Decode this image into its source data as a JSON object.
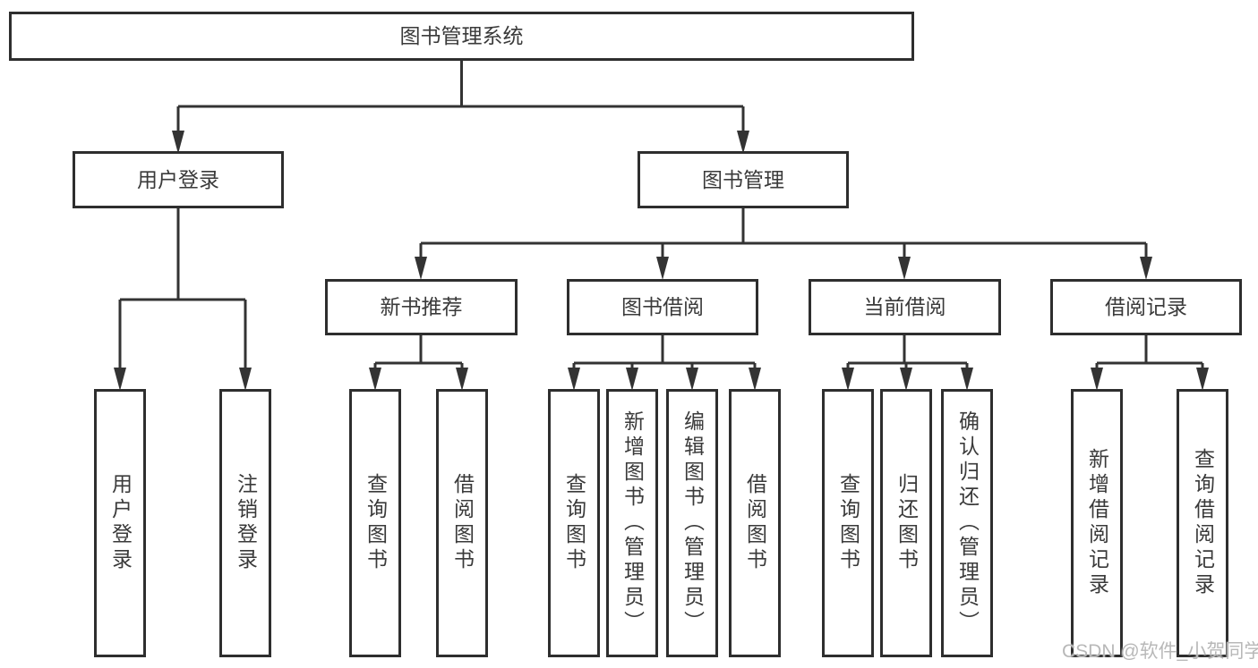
{
  "colors": {
    "line": "#333333",
    "box_border": "#2e2e2e",
    "text": "#3a3a3a",
    "watermark": "#b8b8b8",
    "background": "#ffffff"
  },
  "watermark": "CSDN @软件_小贺同学",
  "tree": {
    "label": "图书管理系统",
    "children": [
      {
        "label": "用户登录",
        "children": [
          {
            "label": "用户登录"
          },
          {
            "label": "注销登录"
          }
        ]
      },
      {
        "label": "图书管理",
        "children": [
          {
            "label": "新书推荐",
            "children": [
              {
                "label": "查询图书"
              },
              {
                "label": "借阅图书"
              }
            ]
          },
          {
            "label": "图书借阅",
            "children": [
              {
                "label": "查询图书"
              },
              {
                "label": "新增图书（管理员）"
              },
              {
                "label": "编辑图书（管理员）"
              },
              {
                "label": "借阅图书"
              }
            ]
          },
          {
            "label": "当前借阅",
            "children": [
              {
                "label": "查询图书"
              },
              {
                "label": "归还图书"
              },
              {
                "label": "确认归还（管理员）"
              }
            ]
          },
          {
            "label": "借阅记录",
            "children": [
              {
                "label": "新增借阅记录"
              },
              {
                "label": "查询借阅记录"
              }
            ]
          }
        ]
      }
    ]
  }
}
